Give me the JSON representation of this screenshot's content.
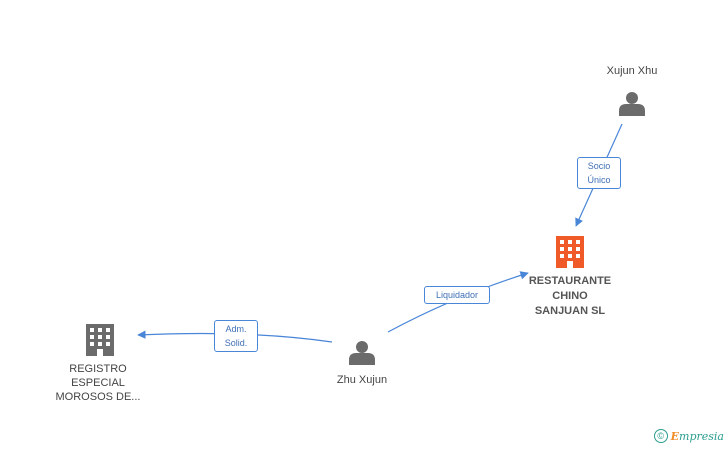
{
  "nodes": {
    "xujun_xhu": {
      "label": "Xujun Xhu",
      "type": "person"
    },
    "restaurante": {
      "label_lines": [
        "RESTAURANTE",
        "CHINO",
        "SANJUAN SL"
      ],
      "type": "company-main"
    },
    "zhu_xujun": {
      "label": "Zhu Xujun",
      "type": "person"
    },
    "registro": {
      "label_lines": [
        "REGISTRO",
        "ESPECIAL",
        "MOROSOS DE..."
      ],
      "type": "company"
    }
  },
  "edges": {
    "socio_unico": {
      "lines": [
        "Socio",
        "Único"
      ]
    },
    "liquidador": {
      "lines": [
        "Liquidador"
      ]
    },
    "adm_solid": {
      "lines": [
        "Adm.",
        "Solid."
      ]
    }
  },
  "colors": {
    "edge": "#4a86d8",
    "person_icon": "#6b6b6b",
    "company_icon": "#6b6b6b",
    "main_company_icon": "#f05a28"
  },
  "footer": {
    "copyright_symbol": "©",
    "brand_initial": "E",
    "brand_rest": "mpresia"
  }
}
